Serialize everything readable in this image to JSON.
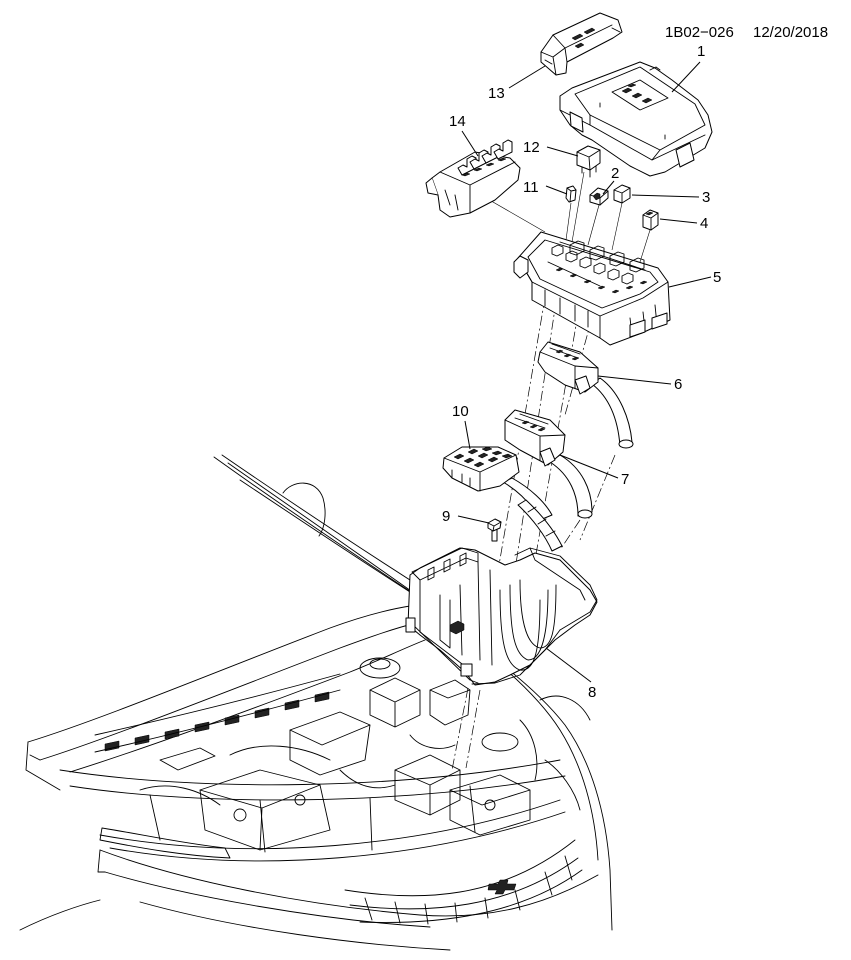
{
  "header": {
    "drawing_id": "1B02−026",
    "date": "12/20/2018"
  },
  "callouts": [
    "1",
    "2",
    "3",
    "4",
    "5",
    "6",
    "7",
    "8",
    "9",
    "10",
    "11",
    "12",
    "13",
    "14"
  ]
}
